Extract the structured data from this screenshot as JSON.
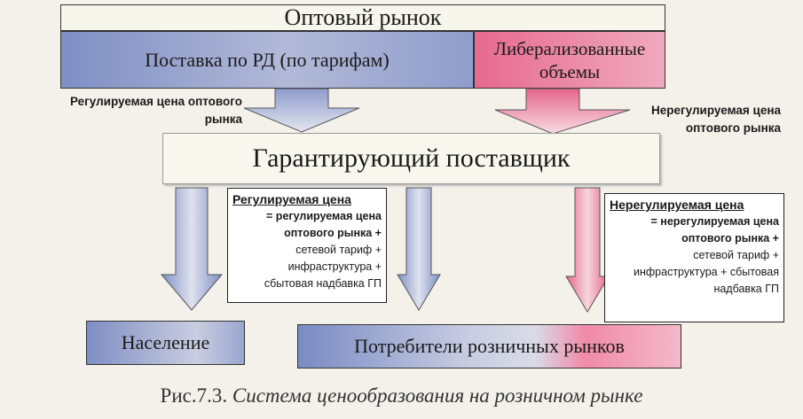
{
  "wholesale_market": "Оптовый рынок",
  "supply_rd": "Поставка по РД (по тарифам)",
  "liberalized_line1": "Либерализованные",
  "liberalized_line2": "объемы",
  "regulated_wholesale_price_line1": "Регулируемая цена оптового",
  "regulated_wholesale_price_line2": "рынка",
  "unregulated_wholesale_price_line1": "Нерегулируемая цена",
  "unregulated_wholesale_price_line2": "оптового рынка",
  "guaranteeing_supplier": "Гарантирующий поставщик",
  "regulated_note": {
    "title": "Регулируемая цена",
    "line1": "= регулируемая цена",
    "line2": "оптового рынка +",
    "line3": "сетевой тариф +",
    "line4": "инфраструктура +",
    "line5": "сбытовая надбавка ГП"
  },
  "unregulated_note": {
    "title": "Нерегулируемая цена",
    "line1": "= нерегулируемая цена",
    "line2": "оптового рынка +",
    "line3": "сетевой тариф +",
    "line4": "инфраструктура + сбытовая",
    "line5": "надбавка ГП"
  },
  "population": "Население",
  "retail_consumers": "Потребители розничных рынков",
  "caption_prefix": "Рис.7.3.",
  "caption_text": "Система ценообразования на розничном рынке",
  "colors": {
    "blue": "#7f8fc4",
    "pink": "#e66a8f",
    "cream": "#f8f7ee"
  }
}
